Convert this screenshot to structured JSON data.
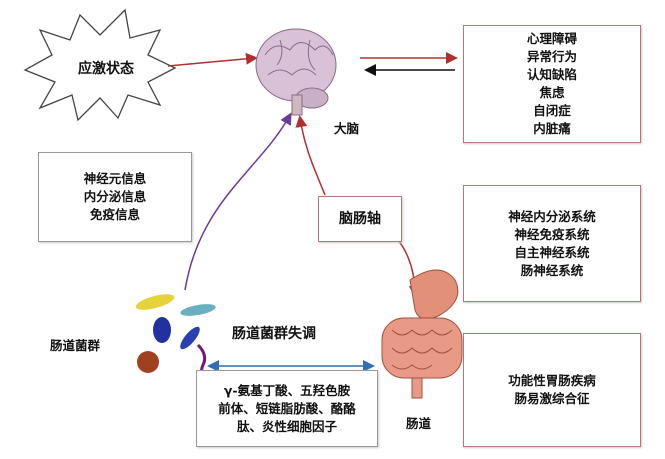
{
  "stress": "应激状态",
  "brain_label": "大脑",
  "brain_outcomes": [
    "心理障碍",
    "异常行为",
    "认知缺陷",
    "焦虑",
    "自闭症",
    "内脏痛"
  ],
  "signals": [
    "神经元信息",
    "内分泌信息",
    "免疫信息"
  ],
  "axis_label": "脑肠轴",
  "systems": [
    "神经内分泌系统",
    "神经免疫系统",
    "自主神经系统",
    "肠神经系统"
  ],
  "gut_diseases": [
    "功能性胃肠疾病",
    "肠易激综合征"
  ],
  "metabolites": [
    "γ-氨基丁酸、五羟色胺",
    "前体、短链脂肪酸、酪酪",
    "肽、炎性细胞因子"
  ],
  "microbiota_label": "肠道菌群",
  "dysbiosis_label": "肠道菌群失调",
  "gut_label": "肠道",
  "colors": {
    "red_arrow": "#b03030",
    "purple_arrow": "#6a3a9a",
    "blue_arrow": "#2f6fb0",
    "box_border": "#b07878"
  }
}
